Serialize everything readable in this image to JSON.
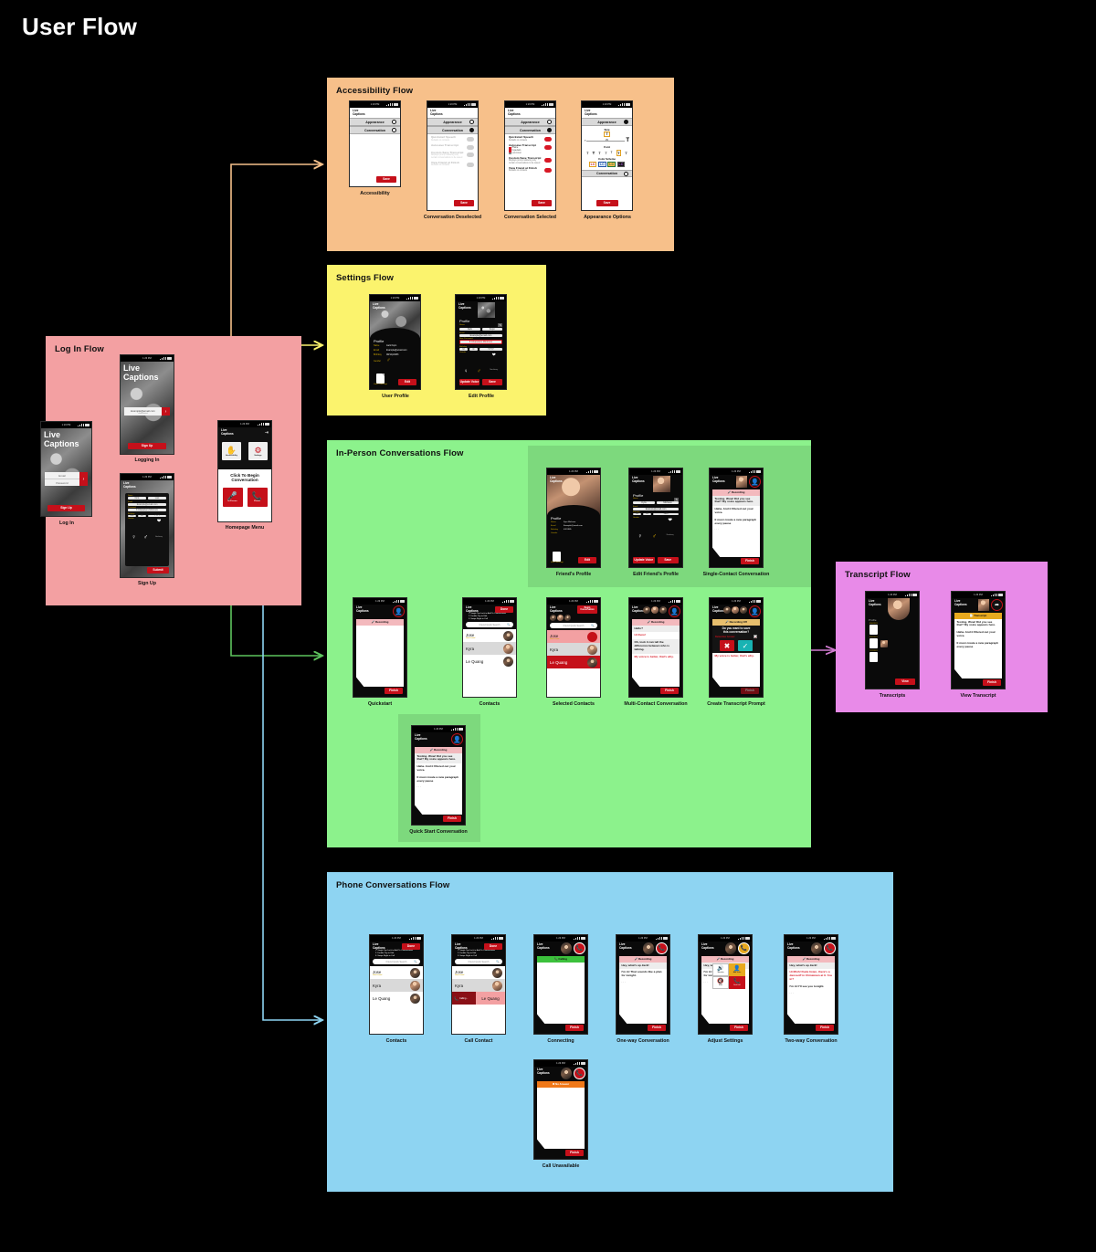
{
  "page": {
    "title": "User Flow",
    "background": "#000000"
  },
  "colors": {
    "accessibility": "#f7c08a",
    "settings": "#fbf36d",
    "login": "#f3a0a2",
    "inperson": "#8cf28c",
    "transcript": "#e88ae8",
    "phone": "#8ed4f2",
    "red": "#c5101a",
    "brand_red": "#d81825",
    "link_orange": "#f5c08a",
    "link_yellow": "#fbf36d",
    "link_green": "#5ec45e",
    "link_blue": "#8ed4f2"
  },
  "flows": {
    "accessibility": {
      "title": "Accessibility Flow",
      "screens": [
        {
          "caption": "Accessibility"
        },
        {
          "caption": "Conversation Deselected"
        },
        {
          "caption": "Conversation Selected"
        },
        {
          "caption": "Appearance Options"
        }
      ],
      "menu": {
        "appearance": "Appearance",
        "conversation": "Conversation"
      },
      "options": [
        {
          "label": "Quickstart Speech",
          "sub": "Defaults to contacts"
        },
        {
          "label": "Autosave Transcript",
          "sub": ""
        },
        {
          "label": "Custom Save Transcript",
          "sub": "Displays prompt allowing only certain conversations to be saved"
        },
        {
          "label": "View Friend at Finish",
          "sub": "Defaults to contacts"
        }
      ],
      "autosave_choices": [
        "Phone",
        "In-person",
        "Quickstart"
      ],
      "appearance": {
        "size_label": "Size",
        "size_value": "T",
        "font_label": "Font",
        "color_scheme_label": "Color Scheme",
        "swatch_label": "LC",
        "conversation_label": "Conversation"
      },
      "save_button": "Save"
    },
    "settings": {
      "title": "Settings Flow",
      "screens": [
        {
          "caption": "User Profile"
        },
        {
          "caption": "Edit Profile"
        }
      ],
      "profile": {
        "heading": "Profile",
        "fields": [
          {
            "label": "Name",
            "value": "Jack Kopn"
          },
          {
            "label": "Email",
            "value": "Example@email.com"
          },
          {
            "label": "Birthday",
            "value": "08/12p/1983"
          },
          {
            "label": "Gender",
            "value": ""
          }
        ],
        "view_transcript": "View Transcript",
        "edit_button": "Edit"
      },
      "edit_profile": {
        "name_label": "Name",
        "first": "Jack",
        "last": "Kopn",
        "email_label": "Email",
        "email": "Example@email.com",
        "password_label": "New Password",
        "password": "8 Characters Minimum",
        "birthday_label": "Birthday",
        "bd1": "M",
        "bd2": "D",
        "bd3": "YYYY",
        "gender_label": "Gender",
        "non_binary": "Non-binary",
        "update_voice": "Update Voice",
        "save": "Save"
      }
    },
    "login": {
      "title": "Log In Flow",
      "screens": [
        {
          "caption": "Log In"
        },
        {
          "caption": "Logging In"
        },
        {
          "caption": "Sign Up"
        },
        {
          "caption": "Homepage Menu"
        }
      ],
      "app_name_line1": "Live",
      "app_name_line2": "Captions",
      "email_placeholder": "Email",
      "password_placeholder": "Password",
      "signup_button": "Sign Up",
      "logging_email": "Example@email.com",
      "logging_sub": "elkmurelated",
      "signup_form": {
        "name_label": "Name",
        "first": "First",
        "last": "Last",
        "email_label": "Email",
        "email": "Example@email.com",
        "password_label": "Password",
        "password": "8 Characters Minimum",
        "birthday_label": "Birthday",
        "bd1": "MM",
        "bd2": "DD",
        "bd3": "YYYY",
        "gender_label": "Gender",
        "non_binary": "Non-binary",
        "submit": "Submit"
      },
      "homepage": {
        "accessibility": "Accessibility",
        "settings": "Settings",
        "prompt_line1": "Click To Begin",
        "prompt_line2": "Conversation",
        "in_person": "In-Person",
        "phone": "Phone"
      }
    },
    "inperson": {
      "title": "In-Person Conversations Flow",
      "screens": [
        {
          "caption": "Friend's Profile"
        },
        {
          "caption": "Edit Friend's Profile"
        },
        {
          "caption": "Single-Contact Conversation"
        },
        {
          "caption": "Quickstart"
        },
        {
          "caption": "Contacts"
        },
        {
          "caption": "Selected Contacts"
        },
        {
          "caption": "Multi-Contact Conversation"
        },
        {
          "caption": "Create Transcript Prompt"
        },
        {
          "caption": "Quick Start Conversation"
        }
      ],
      "friend_profile": {
        "heading": "Profile",
        "fields": [
          {
            "label": "Name",
            "value": "Kyra Michaux"
          },
          {
            "label": "Email",
            "value": "Example@email.com"
          },
          {
            "label": "Birthday",
            "value": "4/5/1985"
          },
          {
            "label": "Gender",
            "value": ""
          }
        ],
        "view_transcript": "View Transcript",
        "edit_button": "Edit"
      },
      "edit_friend": {
        "first": "Kyra",
        "last": "Michaux",
        "email": "Example@email.com",
        "bd1": "04",
        "bd2": "05",
        "bd3": "1985",
        "non_binary": "Non-binary",
        "update_voice": "Update Voice",
        "save": "Save"
      },
      "single_conversation": {
        "recording": "Recording",
        "lines": [
          "Testing. Wow! Did you see that? My voice appears here.",
          "Haha. And it filtered out your voice.",
          "It must create a new paragraph every pause"
        ],
        "finish": "Finish"
      },
      "multi_conversation": {
        "recording": "Recording",
        "lines": [
          "Hello?",
          "Hi there!",
          "Oh, look it can tell the difference between who is talking.",
          "My voice is better, that's why."
        ],
        "finish": "Finish"
      },
      "transcript_prompt": {
        "recording_off": "Recording Off",
        "question_line1": "Do you want to save",
        "question_line2": "this conversation?",
        "remember": "Remember Answer",
        "decline_icon": "x-icon",
        "accept_icon": "check-icon",
        "trailing_line": "My voice is better, that's why.",
        "finish": "Finish"
      },
      "contacts": {
        "done": "Done",
        "begin": "Begin Conversation",
        "search_placeholder": "Friend Quick Search",
        "hints": [
          "1. Single Tap Lock to Add To Conversation",
          "2. Double Tap to Edit",
          "3. Swipe Right to Call"
        ],
        "list": [
          {
            "name": "Jose",
            "badge": "New Friend"
          },
          {
            "name": "Kyra",
            "badge": ""
          },
          {
            "name": "Le Quang",
            "badge": ""
          }
        ]
      },
      "quickstart": {
        "recording": "Recording",
        "finish": "Finish"
      }
    },
    "transcript": {
      "title": "Transcript Flow",
      "screens": [
        {
          "caption": "Transcripts"
        },
        {
          "caption": "View Transcript"
        }
      ],
      "transcripts": {
        "profile_label": "Profile",
        "dates": [
          "8/30/2021",
          "8/10/2021",
          "7/22/2021"
        ],
        "view_button": "View"
      },
      "view_transcript": {
        "header": "Transcript",
        "share_icon": "share-icon",
        "lines": [
          "Testing. Wow! Did you see that? My voice appears here.",
          "Haha. And it filtered out your voice.",
          "It must create a new paragraph every pause"
        ],
        "finish": "Finish"
      }
    },
    "phone": {
      "title": "Phone Conversations Flow",
      "screens": [
        {
          "caption": "Contacts"
        },
        {
          "caption": "Call Contact"
        },
        {
          "caption": "Connecting"
        },
        {
          "caption": "One-way Conversation"
        },
        {
          "caption": "Adjust Settings"
        },
        {
          "caption": "Two-way Conversation"
        },
        {
          "caption": "Call Unavailable"
        }
      ],
      "contacts": {
        "done": "Done",
        "search_placeholder": "Friend Quick Search",
        "hints": [
          "1. Single Tap Lock to Add To Conversation",
          "2. Double Tap to Edit",
          "3. Swipe Right to Call"
        ],
        "list": [
          {
            "name": "Jose",
            "badge": "New Friend"
          },
          {
            "name": "Kyra",
            "badge": ""
          },
          {
            "name": "Le Quang",
            "badge": ""
          }
        ],
        "calling_label": "Calling..."
      },
      "connecting": {
        "status": "Calling",
        "finish": "Finish"
      },
      "one_way": {
        "recording": "Recording",
        "lines": [
          "Hey, what's up Jack!",
          "I'm in! That sounds like a plan for tonight."
        ],
        "finish": "Finish"
      },
      "adjust_settings": {
        "speaker": "Speaker",
        "add_voice": "Add Voice",
        "mute": "Mute",
        "end_call": "End Call",
        "finish": "Finish"
      },
      "two_way": {
        "recording": "Recording",
        "lines": [
          "Hey, what's up Jack!",
          "Hi Minh! Dude listen, there's a danceoff in Chinatown at 9. You in?",
          "I'm in! I'll see you tonight."
        ],
        "finish": "Finish"
      },
      "unavailable": {
        "status": "No Answer",
        "finish": "Finish"
      }
    }
  },
  "status_bar": {
    "time": "1:23 PM"
  }
}
